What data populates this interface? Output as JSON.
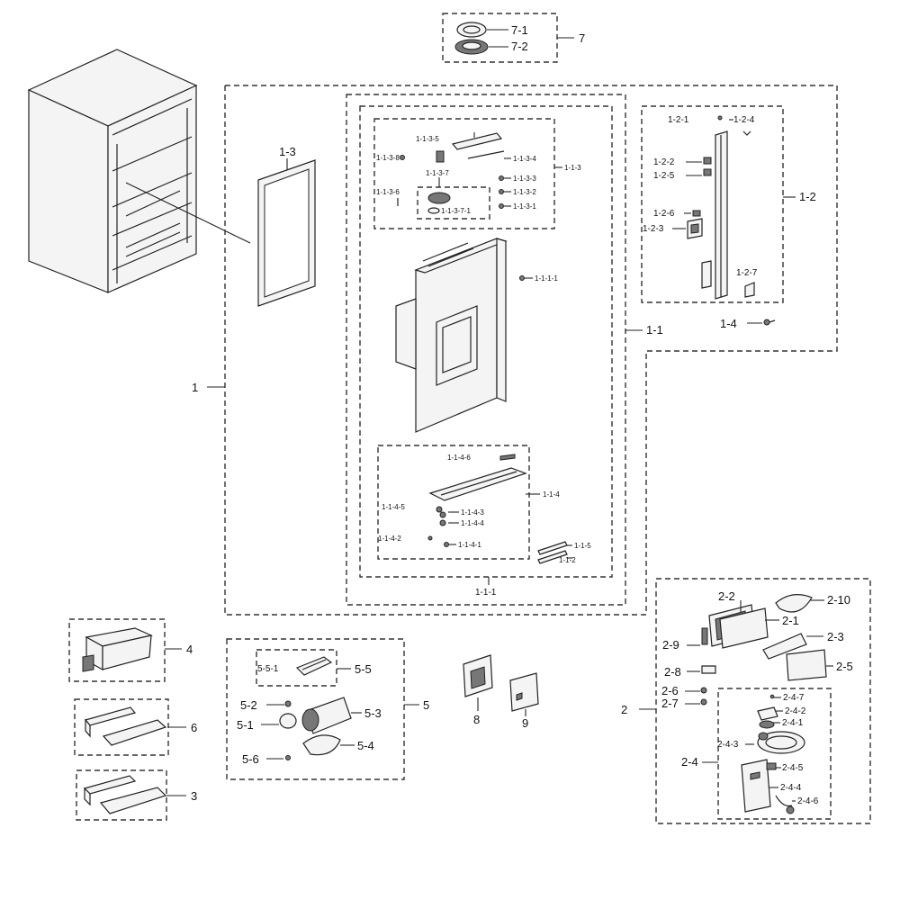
{
  "labels": {
    "l7": "7",
    "l7_1": "7-1",
    "l7_2": "7-2",
    "l1": "1",
    "l1_1": "1-1",
    "l1_1_1": "1-1-1",
    "l1_1_1_1": "1-1-1-1",
    "l1_1_2": "1-1-2",
    "l1_1_5": "1-1-5",
    "l1_1_3": "1-1-3",
    "l1_1_3_1": "1-1-3-1",
    "l1_1_3_2": "1-1-3-2",
    "l1_1_3_3": "1-1-3-3",
    "l1_1_3_4": "1-1-3-4",
    "l1_1_3_5": "1-1-3-5",
    "l1_1_3_6": "1-1-3-6",
    "l1_1_3_7": "1-1-3-7",
    "l1_1_3_7_1": "1-1-3-7-1",
    "l1_1_3_8": "1-1-3-8",
    "l1_1_4": "1-1-4",
    "l1_1_4_1": "1-1-4-1",
    "l1_1_4_2": "1-1-4-2",
    "l1_1_4_3": "1-1-4-3",
    "l1_1_4_4": "1-1-4-4",
    "l1_1_4_5": "1-1-4-5",
    "l1_1_4_6": "1-1-4-6",
    "l1_2": "1-2",
    "l1_2_1": "1-2-1",
    "l1_2_2": "1-2-2",
    "l1_2_3": "1-2-3",
    "l1_2_4": "1-2-4",
    "l1_2_5": "1-2-5",
    "l1_2_6": "1-2-6",
    "l1_2_7": "1-2-7",
    "l1_3": "1-3",
    "l1_4": "1-4",
    "l2": "2",
    "l2_1": "2-1",
    "l2_2": "2-2",
    "l2_3": "2-3",
    "l2_5": "2-5",
    "l2_6": "2-6",
    "l2_7": "2-7",
    "l2_8": "2-8",
    "l2_9": "2-9",
    "l2_10": "2-10",
    "l2_4": "2-4",
    "l2_4_1": "2-4-1",
    "l2_4_2": "2-4-2",
    "l2_4_3": "2-4-3",
    "l2_4_4": "2-4-4",
    "l2_4_5": "2-4-5",
    "l2_4_6": "2-4-6",
    "l2_4_7": "2-4-7",
    "l3": "3",
    "l4": "4",
    "l6": "6",
    "l5": "5",
    "l5_1": "5-1",
    "l5_2": "5-2",
    "l5_3": "5-3",
    "l5_4": "5-4",
    "l5_5": "5-5",
    "l5_5_1": "5-5-1",
    "l5_6": "5-6",
    "l8": "8",
    "l9": "9"
  }
}
